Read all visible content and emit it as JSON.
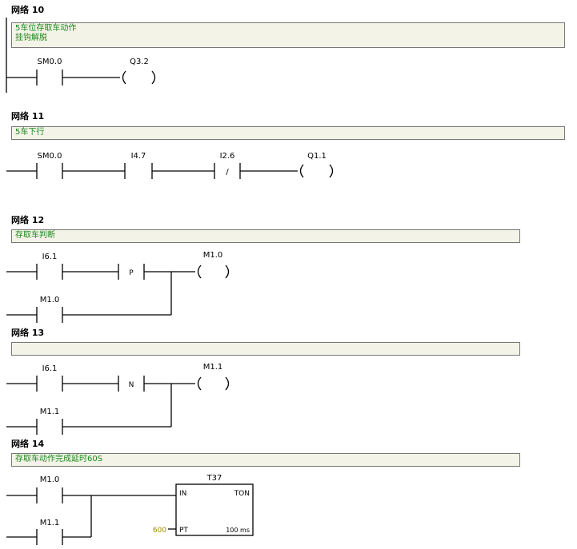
{
  "networks": [
    {
      "title": "网络 10",
      "comment": [
        "5车位存取车动作",
        "挂钩解脱"
      ]
    },
    {
      "title": "网络 11",
      "comment": [
        "5车下行"
      ]
    },
    {
      "title": "网络 12",
      "comment": [
        "存取车判断"
      ]
    },
    {
      "title": "网络 13",
      "comment": [
        ""
      ]
    },
    {
      "title": "网络 14",
      "comment": [
        "存取车动作完成延时60S"
      ]
    }
  ],
  "n10": {
    "contact": "SM0.0",
    "coil": "Q3.2"
  },
  "n11": {
    "contact1": "SM0.0",
    "contact2": "I4.7",
    "contact3": "I2.6",
    "not_sign": "/",
    "coil": "Q1.1"
  },
  "n12": {
    "contact1": "I6.1",
    "edge": "P",
    "contact2": "M1.0",
    "coil": "M1.0"
  },
  "n13": {
    "contact1": "I6.1",
    "edge": "N",
    "contact2": "M1.1",
    "coil": "M1.1"
  },
  "n14": {
    "contact1": "M1.0",
    "contact2": "M1.1",
    "timer": "T37",
    "in_label": "IN",
    "type_label": "TON",
    "pt_label": "PT",
    "pt_value": "600",
    "base": "100 ms"
  },
  "colors": {
    "comment_text": "#1a8a1a",
    "comment_bg": "#f3f3e8",
    "pt_value": "#a08a00"
  }
}
